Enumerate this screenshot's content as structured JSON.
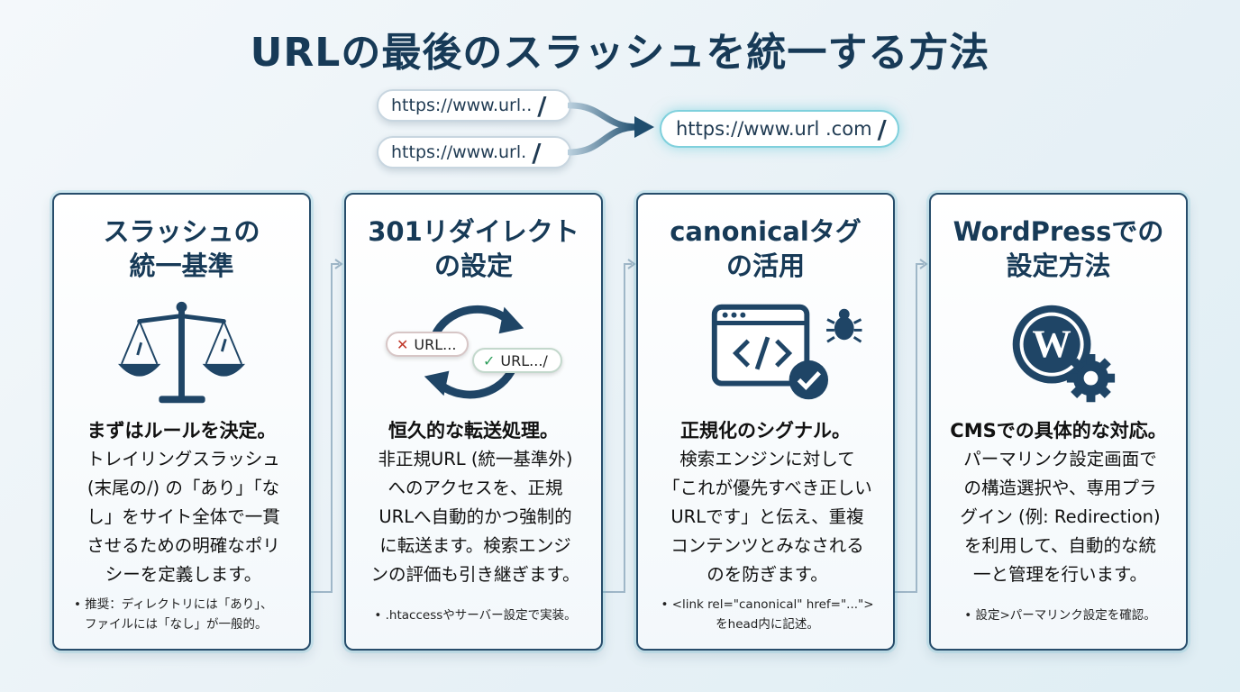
{
  "title": "URLの最後のスラッシュを統一する方法",
  "urls": {
    "source_1": "https://www.url..",
    "source_2": "https://www.url.",
    "target": "https://www.url .com",
    "slash": "/"
  },
  "cards": [
    {
      "title_line1": "スラッシュの",
      "title_line2": "統一基準",
      "icon": "scales-icon",
      "lead": "まずはルールを決定。",
      "body": [
        "トレイリングスラッシュ",
        "(末尾の/) の「あり」「な",
        "し」をサイト全体で一貫",
        "させるための明確なポリ",
        "シーを定義します。"
      ],
      "note": [
        "• 推奨：ディレクトリには「あり」、",
        "ファイルには「なし」が一般的。"
      ]
    },
    {
      "title_line1": "301リダイレクト",
      "title_line2": "の設定",
      "icon": "redirect-cycle-icon",
      "badge_bad": "URL...",
      "badge_good": "URL.../",
      "lead": "恒久的な転送処理。",
      "body": [
        "非正規URL (統一基準外)",
        "へのアクセスを、正規",
        "URLへ自動的かつ強制的",
        "に転送ます。検索エンジ",
        "ンの評価も引き継ぎます。"
      ],
      "note": [
        "• .htaccessやサーバー設定で実装。"
      ]
    },
    {
      "title_line1": "canonicalタグ",
      "title_line2": "の活用",
      "icon": "code-window-icon",
      "lead": "正規化のシグナル。",
      "body": [
        "検索エンジンに対して",
        "「これが優先すべき正しい",
        "URLです」と伝え、重複",
        "コンテンツとみなされる",
        "のを防ぎます。"
      ],
      "note": [
        "• <link rel=\"canonical\" href=\"...\">",
        "をhead内に記述。"
      ]
    },
    {
      "title_line1": "WordPressでの",
      "title_line2": "設定方法",
      "icon": "wordpress-gear-icon",
      "lead": "CMSでの具体的な対応。",
      "body": [
        "パーマリンク設定画面で",
        "の構造選択や、専用プラ",
        "グイン (例: Redirection)",
        "を利用して、自動的な統",
        "一と管理を行います。"
      ],
      "note": [
        "• 設定>パーマリンク設定を確認。"
      ]
    }
  ],
  "colors": {
    "navy": "#173a57",
    "accent_teal": "#7fd0dc",
    "bad_red": "#c0392b",
    "good_green": "#2e9e5b"
  }
}
